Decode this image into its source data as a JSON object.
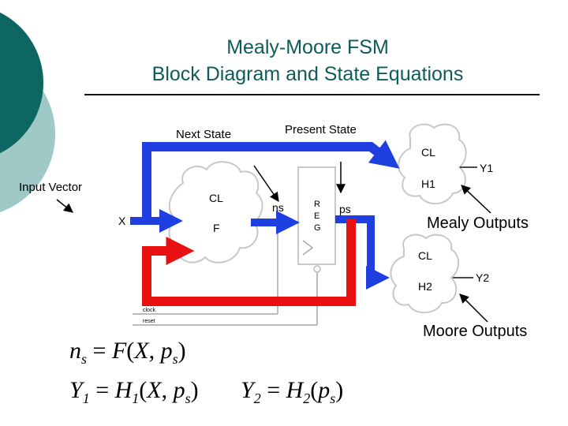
{
  "title": {
    "line1": "Mealy-Moore FSM",
    "line2": "Block Diagram and State Equations"
  },
  "annotations": {
    "next_state": "Next State",
    "present_state": "Present State",
    "input_vector": "Input Vector",
    "mealy_outputs": "Mealy Outputs",
    "moore_outputs": "Moore Outputs"
  },
  "diagram": {
    "x_label": "X",
    "cl_label": "CL",
    "f_label": "F",
    "ns_label": "ns",
    "ps_label": "ps",
    "reg_letters": [
      "R",
      "E",
      "G"
    ],
    "mealy_block": {
      "cl": "CL",
      "fn": "H1",
      "out": "Y1"
    },
    "moore_block": {
      "cl": "CL",
      "fn": "H2",
      "out": "Y2"
    },
    "clock_label": "clock",
    "reset_label": "reset",
    "colors": {
      "next_state_path": "#1f3fe0",
      "feedback_path": "#e81010",
      "accent": "#0e5c5a"
    }
  },
  "equations": {
    "eq1": {
      "lhs": "n",
      "lhs_sub": "s",
      "fn": "F",
      "arg1": "X",
      "arg2": "p",
      "arg2_sub": "s"
    },
    "eq2": {
      "lhs": "Y",
      "lhs_sub": "1",
      "fn": "H",
      "fn_sub": "1",
      "arg1": "X",
      "arg2": "p",
      "arg2_sub": "s"
    },
    "eq3": {
      "lhs": "Y",
      "lhs_sub": "2",
      "fn": "H",
      "fn_sub": "2",
      "arg1": "p",
      "arg1_sub": "s"
    }
  }
}
